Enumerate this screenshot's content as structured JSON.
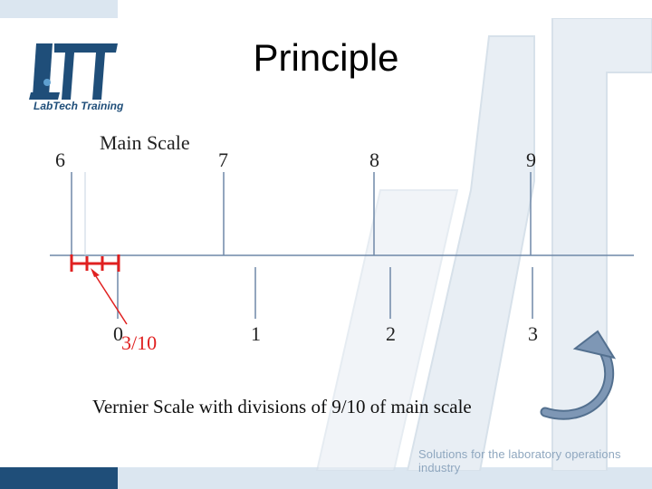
{
  "title": "Principle",
  "logo": {
    "brand": "LabTech Training"
  },
  "main_scale": {
    "label": "Main Scale",
    "ticks": [
      "6",
      "7",
      "8",
      "9"
    ]
  },
  "vernier_scale": {
    "ticks": [
      "0",
      "1",
      "2",
      "3"
    ],
    "reading": "3/10"
  },
  "caption": "Vernier Scale with divisions of 9/10 of main scale",
  "tagline": "Solutions for the laboratory operations industry",
  "colors": {
    "accent_red": "#e02020",
    "brand_blue": "#1f4e79",
    "arrow_blue": "#6f88a8"
  },
  "icons": {
    "curved_arrow": "curved-arrow-icon"
  }
}
